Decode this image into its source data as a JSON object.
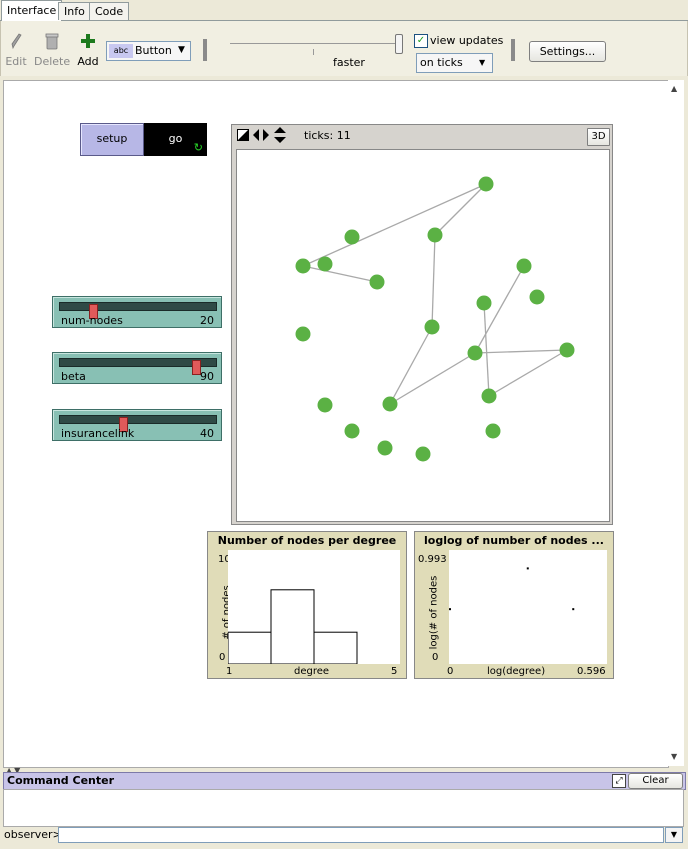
{
  "tabs": [
    "Interface",
    "Info",
    "Code"
  ],
  "toolbar": {
    "edit_label": "Edit",
    "delete_label": "Delete",
    "add_label": "Add",
    "widget_type": "Button",
    "speed_label": "faster",
    "view_updates_label": "view updates",
    "view_updates_checked": true,
    "update_mode": "on ticks",
    "settings_label": "Settings..."
  },
  "buttons": {
    "setup_label": "setup",
    "go_label": "go"
  },
  "sliders": [
    {
      "name": "num-nodes",
      "value": "20",
      "fraction": 0.2
    },
    {
      "name": "beta",
      "value": "90",
      "fraction": 0.9
    },
    {
      "name": "insurancelink",
      "value": "40",
      "fraction": 0.4
    }
  ],
  "view": {
    "ticks_label": "ticks: 11",
    "threed_label": "3D",
    "node_color": "#5bb144",
    "link_color": "#a9a9a9"
  },
  "plot_degree": {
    "title": "Number of nodes per degree",
    "ylabel": "# of nodes",
    "xlabel": "degree",
    "xmin": "1",
    "xmax": "5",
    "ymin": "0",
    "ymax": "10"
  },
  "plot_loglog": {
    "title": "loglog of number of nodes ...",
    "ylabel": "log(# of nodes",
    "xlabel": "log(degree)",
    "xmin": "0",
    "xmax": "0.596",
    "ymin": "0",
    "ymax": "0.993"
  },
  "chart_data": [
    {
      "type": "bar",
      "title": "Number of nodes per degree",
      "xlabel": "degree",
      "ylabel": "# of nodes",
      "xlim": [
        1,
        5
      ],
      "ylim": [
        0,
        10
      ],
      "bins": [
        {
          "x0": 1,
          "x1": 2,
          "count": 3
        },
        {
          "x0": 2,
          "x1": 3,
          "count": 7
        },
        {
          "x0": 3,
          "x1": 4,
          "count": 3
        }
      ]
    },
    {
      "type": "scatter",
      "title": "loglog of number of nodes ...",
      "xlabel": "log(degree)",
      "ylabel": "log(# of nodes",
      "xlim": [
        0,
        0.596
      ],
      "ylim": [
        0,
        0.993
      ],
      "points": [
        {
          "x": 0.0,
          "y": 0.477
        },
        {
          "x": 0.301,
          "y": 0.845
        },
        {
          "x": 0.477,
          "y": 0.477
        }
      ]
    }
  ],
  "command_center": {
    "title": "Command Center",
    "clear_label": "Clear",
    "prompt": "observer>"
  }
}
